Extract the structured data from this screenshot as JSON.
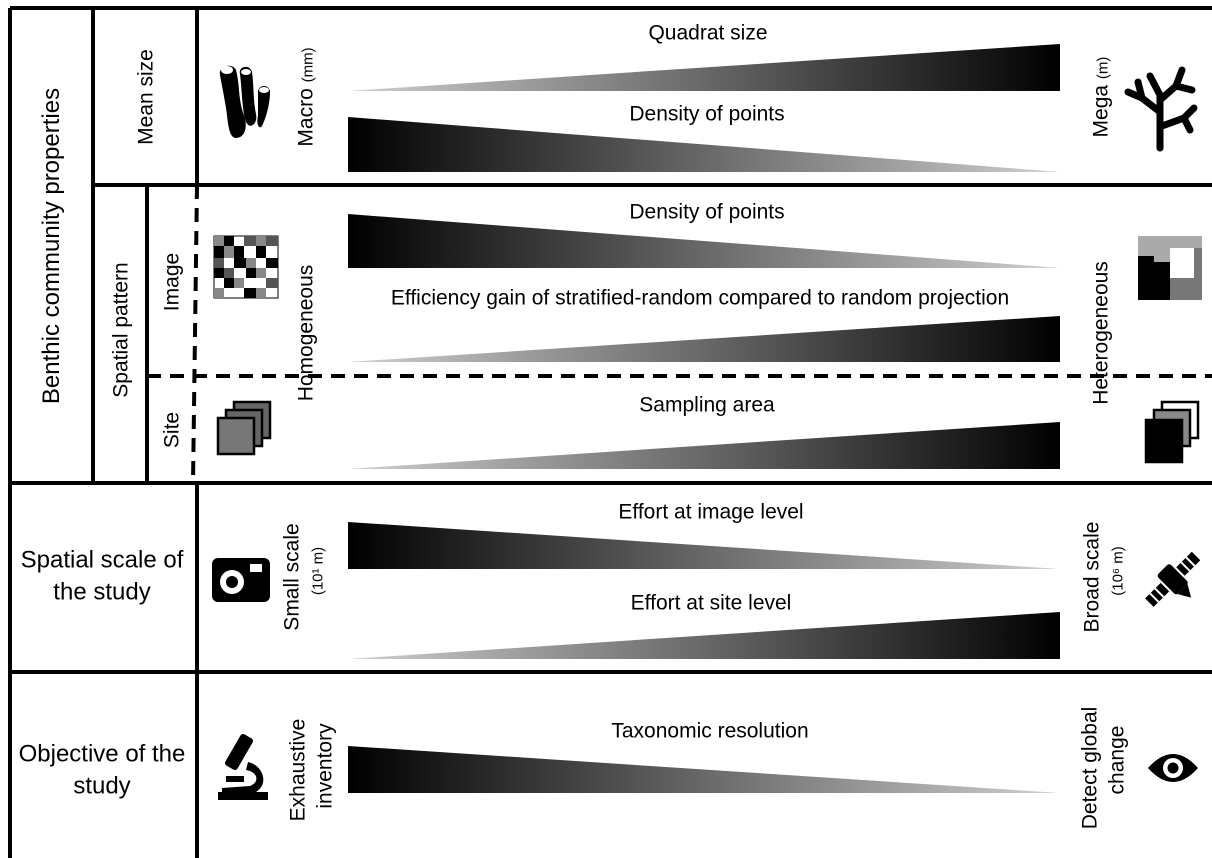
{
  "left_column": {
    "benthic": "Benthic community properties",
    "mean_size": "Mean size",
    "spatial_pattern": "Spatial pattern",
    "image": "Image",
    "site": "Site",
    "spatial_scale": "Spatial scale of the study",
    "objective": "Objective of the study"
  },
  "rows": {
    "mean_size": {
      "left_label": "Macro",
      "left_unit": "(mm)",
      "right_label": "Mega",
      "right_unit": "(m)",
      "bar1": "Quadrat size",
      "bar2": "Density of points"
    },
    "spatial_pattern": {
      "left_label": "Homogeneous",
      "right_label": "Heterogeneous",
      "bar1": "Density of points",
      "bar2": "Efficiency gain of stratified-random compared to random projection",
      "bar3": "Sampling area"
    },
    "spatial_scale": {
      "left_label": "Small scale",
      "left_unit": "(10¹ m)",
      "right_label": "Broad scale",
      "right_unit": "(10⁶ m)",
      "bar1": "Effort at image level",
      "bar2": "Effort at site level"
    },
    "objective": {
      "left_label_line1": "Exhaustive",
      "left_label_line2": "inventory",
      "right_label_line1": "Detect global",
      "right_label_line2": "change",
      "bar1": "Taxonomic resolution"
    }
  },
  "icons": [
    "sponge-icon",
    "coral-icon",
    "pixel-mosaic-icon",
    "block-pattern-icon",
    "stacked-squares-icon",
    "stacked-squares-dark-icon",
    "camera-icon",
    "satellite-icon",
    "microscope-icon",
    "eye-icon"
  ],
  "colors": {
    "line": "#000000",
    "gradient_dark": "#000000",
    "gradient_light": "#c8c8c8"
  }
}
